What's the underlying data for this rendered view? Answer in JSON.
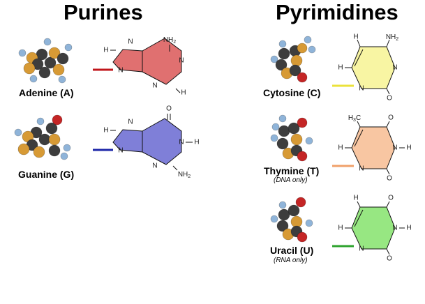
{
  "headings": {
    "purines": "Purines",
    "pyrimidines": "Pyrimidines"
  },
  "atoms": {
    "N": "N",
    "O": "O",
    "H": "H",
    "NH2": "NH",
    "sub2": "2",
    "H3C": "H",
    "C": "C",
    "sub3": "3"
  },
  "bases": {
    "adenine": {
      "name": "Adenine (A)",
      "color": "#e07070",
      "line_color": "#c0161b"
    },
    "guanine": {
      "name": "Guanine (G)",
      "color": "#7f7fd8",
      "line_color": "#1c26a8"
    },
    "cytosine": {
      "name": "Cytosine (C)",
      "color": "#f8f5a3",
      "line_color": "#ebe23b"
    },
    "thymine": {
      "name": "Thymine (T)",
      "note": "(DNA only)",
      "color": "#f8c6a2",
      "line_color": "#f0a06a"
    },
    "uracil": {
      "name": "Uracil (U)",
      "note": "(RNA only)",
      "color": "#97e782",
      "line_color": "#2ea32e"
    }
  },
  "model_colors": {
    "carbon": "#3d3d3d",
    "nitrogen": "#d79a35",
    "oxygen": "#c42525",
    "hydrogen": "#8fb4d9"
  }
}
